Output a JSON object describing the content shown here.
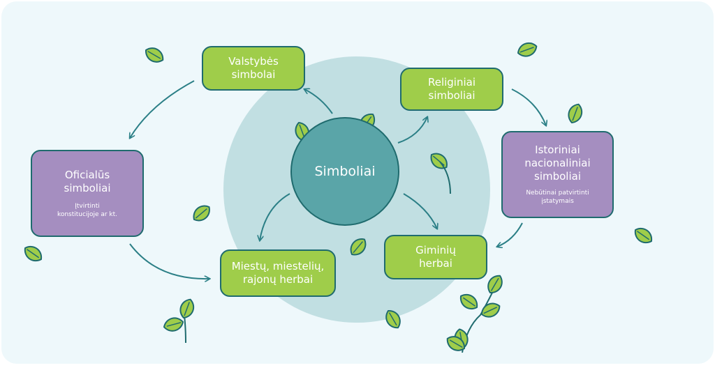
{
  "center": {
    "label": "Simboliai"
  },
  "nodes": {
    "valstybes": {
      "line1": "Valstybės",
      "line2": "simbolai"
    },
    "religiniai": {
      "line1": "Religiniai",
      "line2": "simboliai"
    },
    "oficialus": {
      "line1": "Oficialūs",
      "line2": "simboliai",
      "note1": "Įtvirtinti",
      "note2": "konstitucijoje ar kt."
    },
    "istoriniai": {
      "line1": "Istoriniai",
      "line2": "nacionaliniai",
      "line3": "simboliai",
      "note1": "Nebūtinai patvirtinti",
      "note2": "įstatymais"
    },
    "miestu": {
      "line1": "Miestų, miestelių,",
      "line2": "rajonų herbai"
    },
    "giminiu": {
      "line1": "Giminių",
      "line2": "herbai"
    }
  },
  "colors": {
    "background": "#eef8fb",
    "circle": "#c1dfe2",
    "center": "#5aa5a8",
    "outline": "#1f6b6e",
    "green_box": "#9fcd4a",
    "purple_box": "#a58ec0",
    "leaf": "#9fcd4a",
    "arrow": "#2b7f86"
  },
  "icons": [
    "leaf-icon",
    "sprout-icon"
  ]
}
